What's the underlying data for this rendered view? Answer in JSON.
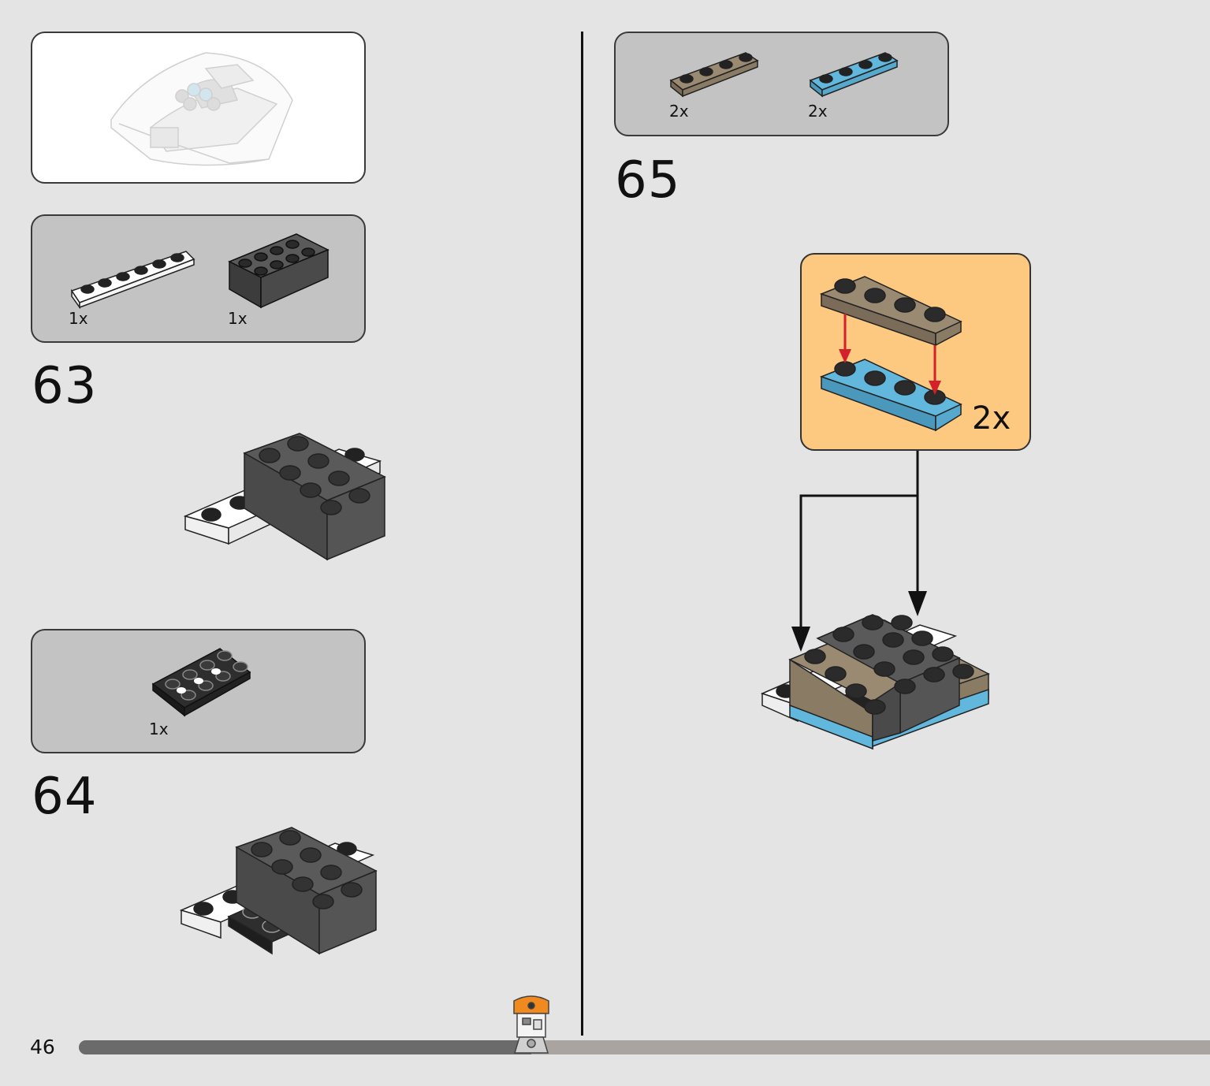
{
  "page": {
    "number": "46"
  },
  "progress": {
    "fraction": 0.4
  },
  "parts": {
    "step63": [
      {
        "qty": "1x"
      },
      {
        "qty": "1x"
      }
    ],
    "step64": [
      {
        "qty": "1x"
      }
    ],
    "step65": [
      {
        "qty": "2x"
      },
      {
        "qty": "2x"
      }
    ]
  },
  "steps": [
    {
      "number": "63"
    },
    {
      "number": "64"
    },
    {
      "number": "65"
    }
  ],
  "callout": {
    "qty": "2x"
  },
  "colors": {
    "background": "#e4e4e4",
    "parts_box": "#c3c3c3",
    "callout_bg": "#fdc87f",
    "dark_bluish_grey": "#4a4a4a",
    "tan": "#9a8a72",
    "light_blue": "#62b7dd",
    "white": "#ffffff",
    "arrow_red": "#d4202a",
    "progress_fill": "#6b6b6b",
    "progress_track": "#a9a49f"
  },
  "icons": {
    "mascot": "robot-droid-icon"
  }
}
